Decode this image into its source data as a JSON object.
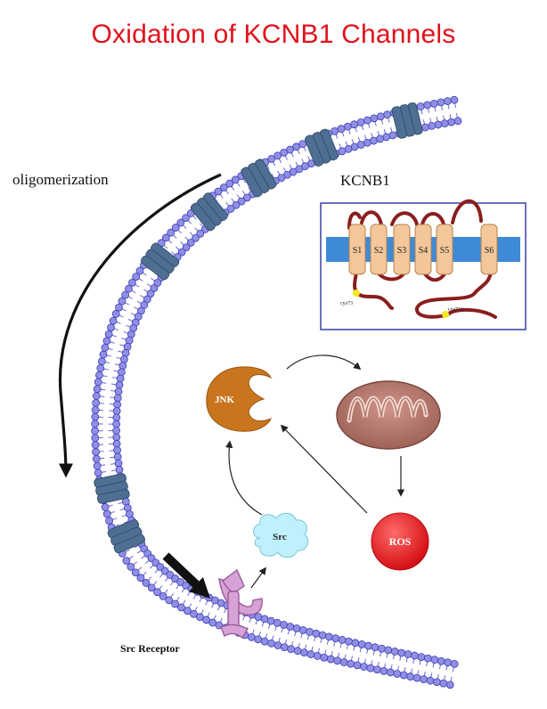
{
  "title": "Oxidation of KCNB1 Channels",
  "labels": {
    "oligomerization": "oligomerization",
    "kcnb1": "KCNB1",
    "jnk": "JNK",
    "src": "Src",
    "ros": "ROS",
    "src_receptor": "Src Receptor"
  },
  "inset": {
    "segments": [
      "S1",
      "S2",
      "S3",
      "S4",
      "S5",
      "S6"
    ],
    "cys_n": "cys73",
    "cys_c": "cys710"
  },
  "colors": {
    "title": "#e0121b",
    "membrane_head": "#8f8fe6",
    "channel": "#4f6e94",
    "segment": "#f3c79a",
    "loop": "#8a1e1e",
    "inset_membrane": "#3f8ad6",
    "jnk": "#c8751e",
    "src": "#bff0fb",
    "ros": "#e0141b",
    "mitochondrion": "#b97d70",
    "receptor": "#d7a3d7",
    "cysteine": "#f5e61f"
  }
}
